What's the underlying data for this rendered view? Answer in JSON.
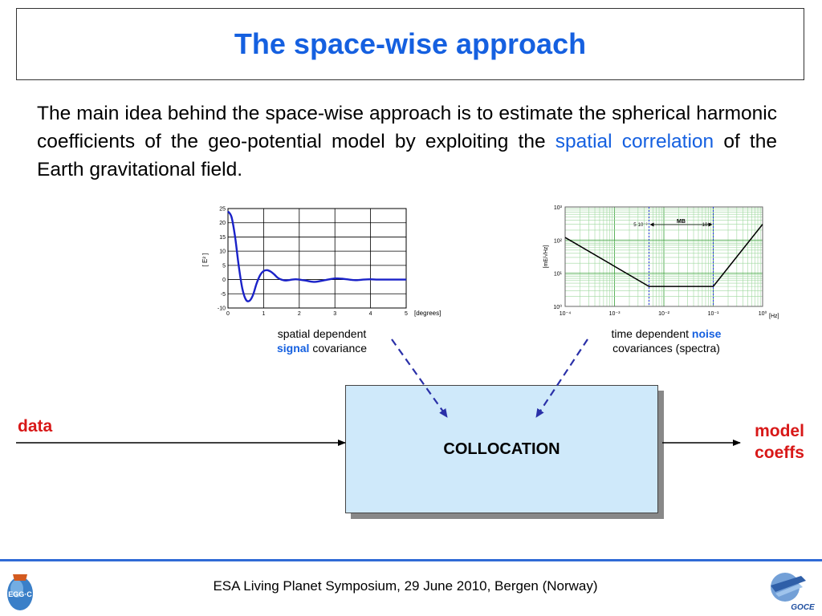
{
  "title": "The space-wise approach",
  "intro": {
    "part1": "The main idea behind the space-wise approach is to estimate the spherical harmonic coefficients of the geo-potential model by exploiting the ",
    "highlight": "spatial correlation",
    "part2": " of the Earth gravitational field."
  },
  "colors": {
    "title": "#1560e0",
    "highlight": "#1560e0",
    "labels": "#d81818",
    "box": "#cfe9fa",
    "footer_line": "#2f6bd6",
    "curve": "#1a22c8"
  },
  "captions": {
    "signal": {
      "line1": "spatial dependent",
      "highlight": "signal",
      "rest": " covariance"
    },
    "noise": {
      "line1": "time dependent ",
      "highlight": "noise",
      "line2": "covariances (spectra)"
    }
  },
  "collocation": "COLLOCATION",
  "data_label": "data",
  "output_label": {
    "line1": "model",
    "line2": "coeffs"
  },
  "footer": "ESA Living Planet Symposium, 29 June 2010, Bergen (Norway)",
  "logos": {
    "left": "EGG·C",
    "right": "GOCE"
  },
  "chart_data": [
    {
      "type": "line",
      "title": "",
      "xlabel": "[degrees]",
      "ylabel": "[ E² ]",
      "xlim": [
        0,
        5
      ],
      "ylim": [
        -10,
        25
      ],
      "xticks": [
        "0",
        "1",
        "2",
        "3",
        "4",
        "5"
      ],
      "yticks": [
        "25",
        "20",
        "15",
        "10",
        "5",
        "0",
        "-5",
        "-10"
      ],
      "grid": true,
      "x": [
        0,
        0.1,
        0.2,
        0.3,
        0.4,
        0.5,
        0.6,
        0.7,
        0.8,
        0.9,
        1.0,
        1.1,
        1.2,
        1.3,
        1.4,
        1.5,
        1.6,
        1.7,
        1.8,
        1.9,
        2.0,
        2.2,
        2.4,
        2.6,
        2.8,
        3.0,
        3.2,
        3.4,
        3.6,
        3.8,
        4.0,
        4.2,
        4.4,
        4.6,
        4.8,
        5.0
      ],
      "y": [
        24,
        22,
        15,
        5,
        -3,
        -7,
        -7.5,
        -5.5,
        -1.5,
        1.5,
        3,
        3.3,
        2.8,
        1.8,
        0.6,
        0,
        -0.3,
        -0.2,
        0,
        0.1,
        0,
        -0.4,
        -0.8,
        -0.5,
        0,
        0.4,
        0.3,
        0,
        -0.2,
        0,
        0.1,
        0,
        0,
        0,
        0,
        0
      ]
    },
    {
      "type": "line",
      "title": "",
      "xlabel": "[Hz]",
      "ylabel": "[mE/√Hz]",
      "xscale": "log",
      "yscale": "log",
      "xlim": [
        0.0001,
        1
      ],
      "ylim": [
        1,
        1000
      ],
      "xticks": [
        "10⁻⁴",
        "10⁻³",
        "10⁻²",
        "10⁻¹",
        "10⁰"
      ],
      "yticks": [
        "10³",
        "10²",
        "10¹",
        "10⁰"
      ],
      "grid": true,
      "band_label": "MB",
      "band_edges": [
        "5·10⁻³",
        "10⁻¹"
      ],
      "band_limits": [
        0.005,
        0.1
      ],
      "x": [
        0.0001,
        0.005,
        0.1,
        1
      ],
      "y": [
        120,
        4,
        4,
        300
      ]
    }
  ]
}
